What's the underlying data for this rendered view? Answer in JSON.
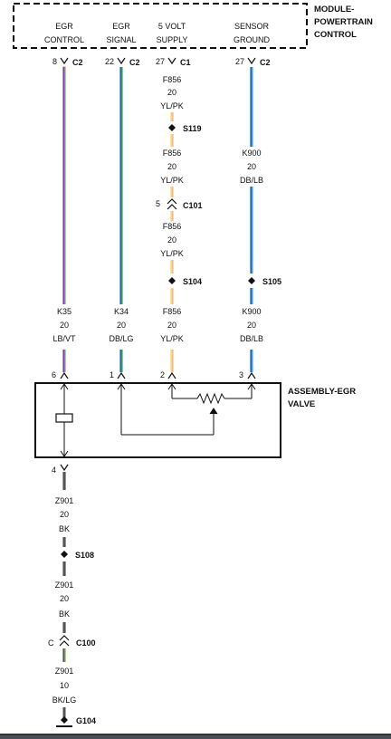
{
  "module": {
    "name_lines": [
      "MODULE-",
      "POWERTRAIN",
      "CONTROL"
    ],
    "pin_labels": {
      "egr_control": [
        "EGR",
        "CONTROL"
      ],
      "egr_signal": [
        "EGR",
        "SIGNAL"
      ],
      "five_volt_supply": [
        "5 VOLT",
        "SUPPLY"
      ],
      "sensor_ground": [
        "SENSOR",
        "GROUND"
      ]
    }
  },
  "connectors_top": {
    "egr_control": {
      "pin": "8",
      "conn": "C2"
    },
    "egr_signal": {
      "pin": "22",
      "conn": "C2"
    },
    "five_volt_supply": {
      "pin": "27",
      "conn": "C1"
    },
    "sensor_ground": {
      "pin": "27",
      "conn": "C2"
    }
  },
  "supply_circuit": {
    "labels": [
      [
        "F856",
        "20",
        "YL/PK"
      ],
      [
        "F856",
        "20",
        "YL/PK"
      ],
      [
        "F856",
        "20",
        "YL/PK"
      ],
      [
        "F856",
        "20",
        "YL/PK"
      ]
    ],
    "splice_1": "S119",
    "inline_connector": {
      "pin": "5",
      "conn": "C101"
    },
    "splice_2": "S104"
  },
  "ground_circuit": {
    "labels": [
      [
        "K900",
        "20",
        "DB/LB"
      ],
      [
        "K900",
        "20",
        "DB/LB"
      ]
    ],
    "splice": "S105"
  },
  "control_circuit_label": [
    "K35",
    "20",
    "LB/VT"
  ],
  "signal_circuit_label": [
    "K34",
    "20",
    "DB/LG"
  ],
  "valve": {
    "name_lines": [
      "ASSEMBLY-EGR",
      "VALVE"
    ],
    "pins": [
      "6",
      "1",
      "2",
      "3"
    ],
    "ground_pin": "4"
  },
  "ground_path": {
    "labels": [
      [
        "Z901",
        "20",
        "BK"
      ],
      [
        "Z901",
        "20",
        "BK"
      ],
      [
        "Z901",
        "10",
        "BK/LG"
      ]
    ],
    "splice": "S108",
    "inline_connector": {
      "pin": "C",
      "conn": "C100"
    },
    "ground": "G104"
  },
  "wire_colors": {
    "egr_control": [
      "#7b3fb5",
      "#8bc34a"
    ],
    "egr_signal": [
      "#1c6bb0",
      "#4caf50"
    ],
    "five_volt_supply": [
      "#f5e04a",
      "#f6a5c0"
    ],
    "sensor_ground": [
      "#1565c0",
      "#64b5f6"
    ],
    "ground": [
      "#555555"
    ],
    "ground_lg": [
      "#555555",
      "#8bc34a"
    ]
  }
}
